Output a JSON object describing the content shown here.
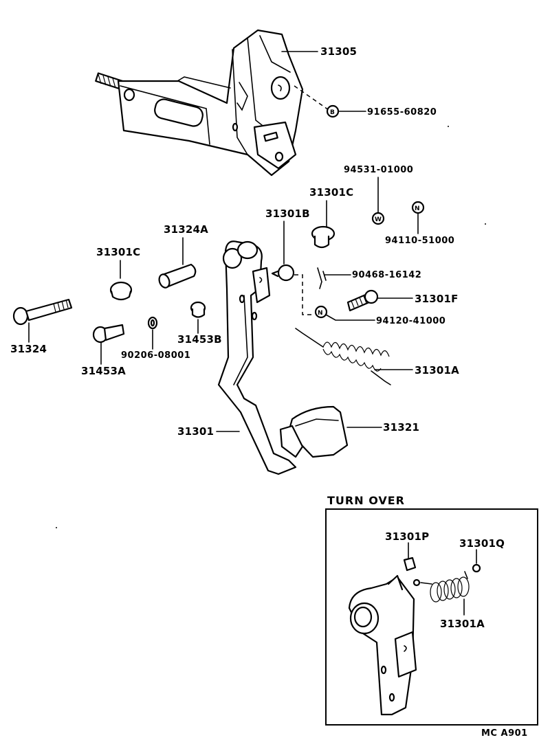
{
  "labels": {
    "p31305": "31305",
    "p91655": "91655-60820",
    "p94531": "94531-01000",
    "p31301C_right": "31301C",
    "p31301B": "31301B",
    "p31324A": "31324A",
    "p31301C_left": "31301C",
    "p94110": "94110-51000",
    "p90468": "90468-16142",
    "p31301F": "31301F",
    "p94120": "94120-41000",
    "p31324": "31324",
    "p31453B": "31453B",
    "p90206": "90206-08001",
    "p31453A": "31453A",
    "p31301A": "31301A",
    "p31301": "31301",
    "p31321": "31321",
    "p31301P": "31301P",
    "p31301Q": "31301Q",
    "p31301A_inset": "31301A"
  },
  "symbols": {
    "bolt_symbol": "B",
    "washer_symbol": "W",
    "nut_symbol_upper": "N",
    "nut_symbol_lower": "N"
  },
  "inset": {
    "title": "TURN OVER"
  },
  "footer": {
    "code": "MC  A901"
  }
}
